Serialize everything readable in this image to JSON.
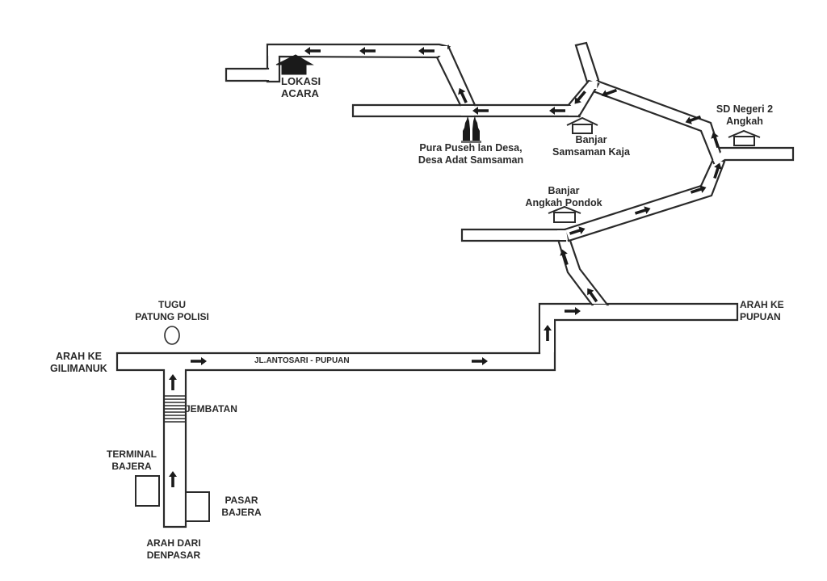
{
  "map": {
    "title": "Denah Lokasi Acara",
    "road_name": "JL.ANTOSARI - PUPUAN",
    "landmarks": {
      "lokasi_acara": [
        "LOKASI",
        "ACARA"
      ],
      "pura": [
        "Pura Puseh lan Desa,",
        "Desa Adat Samsaman"
      ],
      "banjar_samsaman": [
        "Banjar",
        "Samsaman Kaja"
      ],
      "sd_negeri": [
        "SD Negeri 2",
        "Angkah"
      ],
      "banjar_angkah": [
        "Banjar",
        "Angkah Pondok"
      ],
      "tugu": [
        "TUGU",
        "PATUNG POLISI"
      ],
      "jembatan": "JEMBATAN",
      "terminal": [
        "TERMINAL",
        "BAJERA"
      ],
      "pasar": [
        "PASAR",
        "BAJERA"
      ]
    },
    "directions": {
      "gilimanuk": [
        "ARAH KE",
        "GILIMANUK"
      ],
      "pupuan": [
        "ARAH KE",
        "PUPUAN"
      ],
      "denpasar": [
        "ARAH DARI",
        "DENPASAR"
      ]
    },
    "icons": {
      "destination": "house-filled-icon",
      "temple": "temple-gate-icon",
      "building": "house-outline-icon",
      "monument": "circle-monument-icon",
      "bridge": "bridge-stripes-icon",
      "direction": "arrow-icon"
    }
  }
}
